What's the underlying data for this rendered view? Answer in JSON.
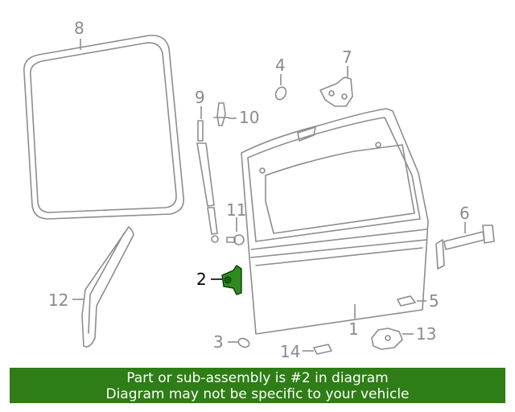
{
  "callouts": {
    "c1": "1",
    "c2": "2",
    "c3": "3",
    "c4": "4",
    "c5": "5",
    "c6": "6",
    "c7": "7",
    "c8": "8",
    "c9": "9",
    "c10": "10",
    "c11": "11",
    "c12": "12",
    "c13": "13",
    "c14": "14"
  },
  "highlight": {
    "part": "2",
    "color": "#2e8b1e"
  },
  "banner": {
    "line1": "Part or sub-assembly is #2 in diagram",
    "line2": "Diagram may not be specific to your vehicle",
    "background": "#2e7d16"
  }
}
